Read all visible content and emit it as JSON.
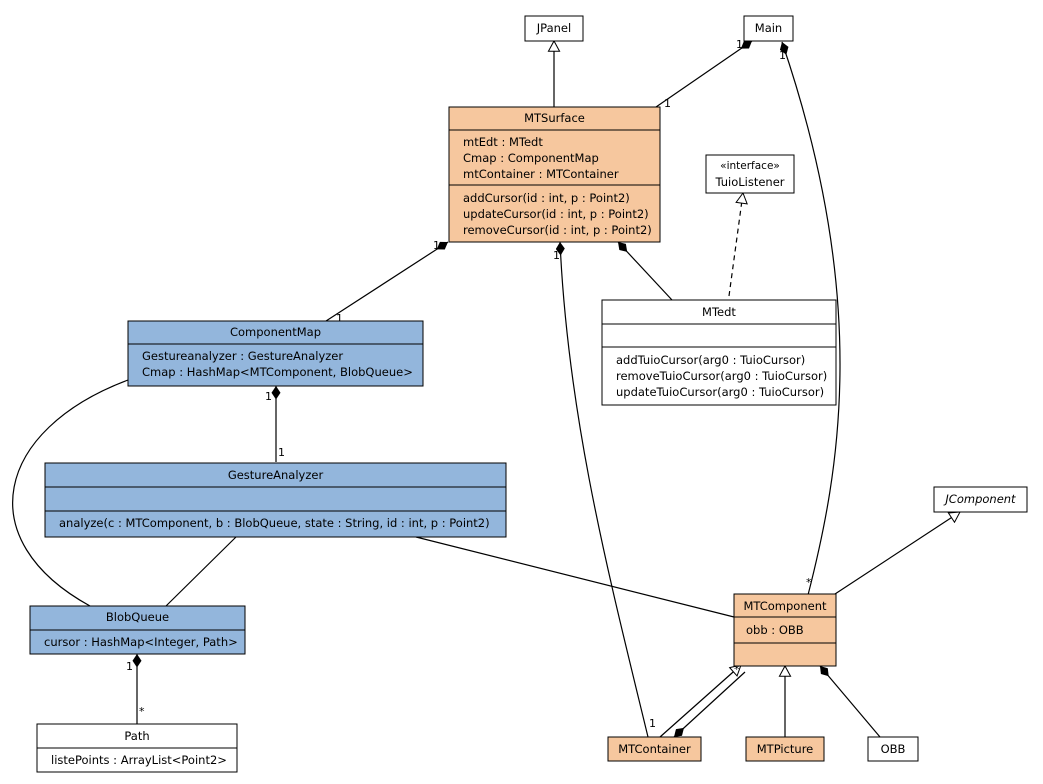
{
  "classes": {
    "jpanel": {
      "name": "JPanel"
    },
    "main": {
      "name": "Main"
    },
    "mtsurface": {
      "name": "MTSurface",
      "attributes": [
        "mtEdt : MTedt",
        "Cmap : ComponentMap",
        "mtContainer : MTContainer"
      ],
      "operations": [
        "addCursor(id : int, p : Point2)",
        "updateCursor(id : int, p : Point2)",
        "removeCursor(id : int, p : Point2)"
      ]
    },
    "tuiolistener": {
      "stereotype": "«interface»",
      "name": "TuioListener"
    },
    "mtedt": {
      "name": "MTedt",
      "operations": [
        "addTuioCursor(arg0 : TuioCursor)",
        "removeTuioCursor(arg0 : TuioCursor)",
        "updateTuioCursor(arg0 : TuioCursor)"
      ]
    },
    "componentmap": {
      "name": "ComponentMap",
      "attributes": [
        "Gestureanalyzer : GestureAnalyzer",
        "Cmap : HashMap<MTComponent, BlobQueue>"
      ]
    },
    "gestureanalyzer": {
      "name": "GestureAnalyzer",
      "operations": [
        "analyze(c : MTComponent, b : BlobQueue, state : String, id : int, p : Point2)"
      ]
    },
    "blobqueue": {
      "name": "BlobQueue",
      "attributes": [
        "cursor : HashMap<Integer, Path>"
      ]
    },
    "path": {
      "name": "Path",
      "attributes": [
        "listePoints : ArrayList<Point2>"
      ]
    },
    "jcomponent": {
      "name": "JComponent"
    },
    "mtcomponent": {
      "name": "MTComponent",
      "attributes": [
        "obb : OBB"
      ]
    },
    "mtcontainer": {
      "name": "MTContainer"
    },
    "mtpicture": {
      "name": "MTPicture"
    },
    "obb": {
      "name": "OBB"
    }
  },
  "multiplicities": {
    "main_mtsurface_a": "1",
    "main_mtsurface_b": "1",
    "main_mtcomponent_a": "1",
    "main_mtcomponent_b": "*",
    "mtsurface_componentmap_a": "1",
    "mtsurface_componentmap_b": "1",
    "mtsurface_mtcontainer_a": "1",
    "mtsurface_mtcontainer_b": "1",
    "componentmap_gestureanalyzer_a": "1",
    "componentmap_gestureanalyzer_b": "1",
    "blobqueue_path_a": "1",
    "blobqueue_path_b": "*",
    "mtcontainer_mtcomponent": "*"
  },
  "colors": {
    "orange": "#f6c79e",
    "blue": "#93b6dc",
    "white": "#ffffff"
  }
}
